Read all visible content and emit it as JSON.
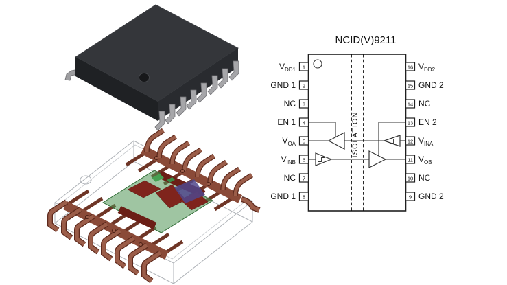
{
  "title": "NCID(V)9211",
  "diagram": {
    "isolation_label": "ISOLATION",
    "left_pins": [
      {
        "num": "1",
        "main": "V",
        "sub": "DD1"
      },
      {
        "num": "2",
        "main": "GND 1",
        "sub": ""
      },
      {
        "num": "3",
        "main": "NC",
        "sub": ""
      },
      {
        "num": "4",
        "main": "EN 1",
        "sub": ""
      },
      {
        "num": "5",
        "main": "V",
        "sub": "OA"
      },
      {
        "num": "6",
        "main": "V",
        "sub": "INB"
      },
      {
        "num": "7",
        "main": "NC",
        "sub": ""
      },
      {
        "num": "8",
        "main": "GND 1",
        "sub": ""
      }
    ],
    "right_pins": [
      {
        "num": "16",
        "main": "V",
        "sub": "DD2"
      },
      {
        "num": "15",
        "main": "GND 2",
        "sub": ""
      },
      {
        "num": "14",
        "main": "NC",
        "sub": ""
      },
      {
        "num": "13",
        "main": "EN 2",
        "sub": ""
      },
      {
        "num": "12",
        "main": "V",
        "sub": "INA"
      },
      {
        "num": "11",
        "main": "V",
        "sub": "OB"
      },
      {
        "num": "10",
        "main": "NC",
        "sub": ""
      },
      {
        "num": "9",
        "main": "GND 2",
        "sub": ""
      }
    ]
  },
  "colors": {
    "background": "#ffffff",
    "diagram_ink": "#222222",
    "chip_body": "#2b2d30",
    "chip_leads": "#a6a6a9",
    "copper_leadframe": "#8a4a38",
    "copper_dark": "#5e2a1d",
    "coil_red": "#7f241c",
    "board_green": "#509655",
    "die_purple": "#50468c"
  }
}
